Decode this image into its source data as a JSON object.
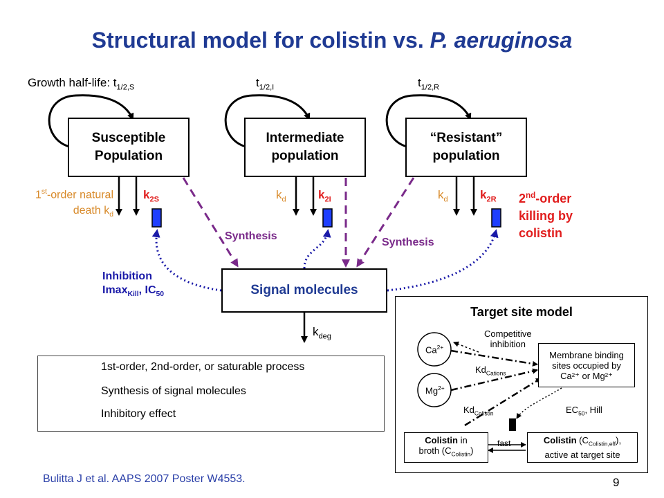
{
  "title": {
    "main": "Structural model for colistin vs. ",
    "italic": "P. aeruginosa"
  },
  "growth": {
    "label": "Growth half-life: t",
    "s_sub": "1/2,S",
    "i_main": "t",
    "i_sub": "1/2,I",
    "r_main": "t",
    "r_sub": "1/2,R"
  },
  "populations": {
    "susceptible": [
      "Susceptible",
      "Population"
    ],
    "intermediate": [
      "Intermediate",
      "population"
    ],
    "resistant": [
      "“Resistant”",
      "population"
    ]
  },
  "death": {
    "line1_sup": "st",
    "line1_pre": "1",
    "line1_post": "-order natural",
    "line2": "death k",
    "line2_sub": "d"
  },
  "rates": {
    "kd": "k",
    "kd_sub": "d",
    "k2s": "k",
    "k2s_sub": "2S",
    "k2i": "k",
    "k2i_sub": "2I",
    "k2r": "k",
    "k2r_sub": "2R"
  },
  "killing": {
    "l1_pre": "2",
    "l1_sup": "nd",
    "l1_post": "-order",
    "l2": "killing by",
    "l3": "colistin"
  },
  "synthesis": {
    "left": "Synthesis",
    "right": "Synthesis"
  },
  "inhibition": {
    "l1": "Inhibition",
    "l2_pre": "Imax",
    "l2_sub": "Kill",
    "l2_mid": ", IC",
    "l2_sub2": "50"
  },
  "signal": {
    "label": "Signal molecules",
    "kdeg": "k",
    "kdeg_sub": "deg"
  },
  "legend": {
    "solid": "1st-order, 2nd-order, or saturable process",
    "dashed": "Synthesis of signal molecules",
    "dotted": "Inhibitory effect"
  },
  "target_site": {
    "title": "Target site model",
    "ca": "Ca",
    "ca_sup": "2+",
    "mg": "Mg",
    "mg_sup": "2+",
    "competitive": [
      "Competitive",
      "inhibition"
    ],
    "kd_cations": "Kd",
    "kd_cations_sub": "Cations",
    "kd_colistin": "Kd",
    "kd_colistin_sub": "Colistin",
    "membrane": [
      "Membrane binding",
      "sites occupied by",
      "Ca²⁺ or Mg²⁺"
    ],
    "ec50": "EC",
    "ec50_sub": "50",
    "ec50_post": ", Hill",
    "broth_bold": "Colistin",
    "broth_1": " in",
    "broth_2": "broth (C",
    "broth_sub": "Colistin",
    "broth_end": ")",
    "fast": "fast",
    "target_bold": "Colistin",
    "target_1": " (C",
    "target_sub": "Colistin,eff",
    "target_end": "),",
    "target_2": "active at target site"
  },
  "citation": "Bulitta J et al. AAPS 2007 Poster W4553.",
  "page_number": "9",
  "colors": {
    "title": "#1f3a93",
    "orange": "#d88a2a",
    "red": "#e11d1d",
    "purple": "#7a2a8a",
    "blue": "#1a1aa8",
    "receptor": "#1f3fff"
  }
}
